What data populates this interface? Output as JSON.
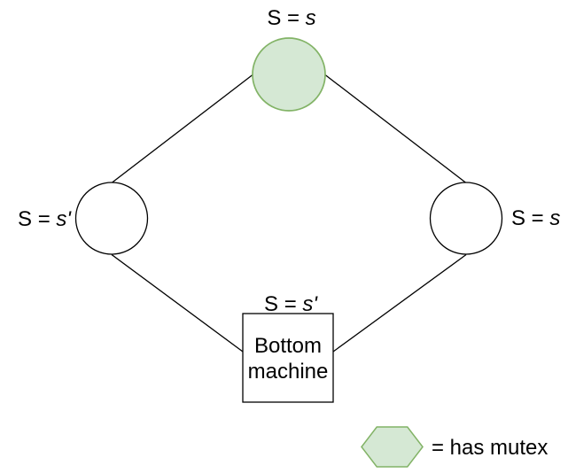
{
  "diagram": {
    "nodes": {
      "top": {
        "label_prefix": "S = ",
        "label_var": "s",
        "shape": "circle",
        "has_mutex": true
      },
      "left": {
        "label_prefix": "S = ",
        "label_var": "s'",
        "shape": "circle",
        "has_mutex": false
      },
      "right": {
        "label_prefix": "S = ",
        "label_var": "s",
        "shape": "circle",
        "has_mutex": false
      },
      "bottom": {
        "label_prefix": "S = ",
        "label_var": "s'",
        "shape": "rectangle",
        "line1": "Bottom",
        "line2": "machine",
        "has_mutex": false
      }
    },
    "legend": {
      "symbol": "hexagon",
      "label": "= has mutex"
    }
  },
  "colors": {
    "mutex_fill": "#d5e8d4",
    "mutex_stroke": "#82b366",
    "node_fill": "#ffffff",
    "node_stroke": "#000000",
    "edge": "#000000",
    "background": "#ffffff"
  }
}
